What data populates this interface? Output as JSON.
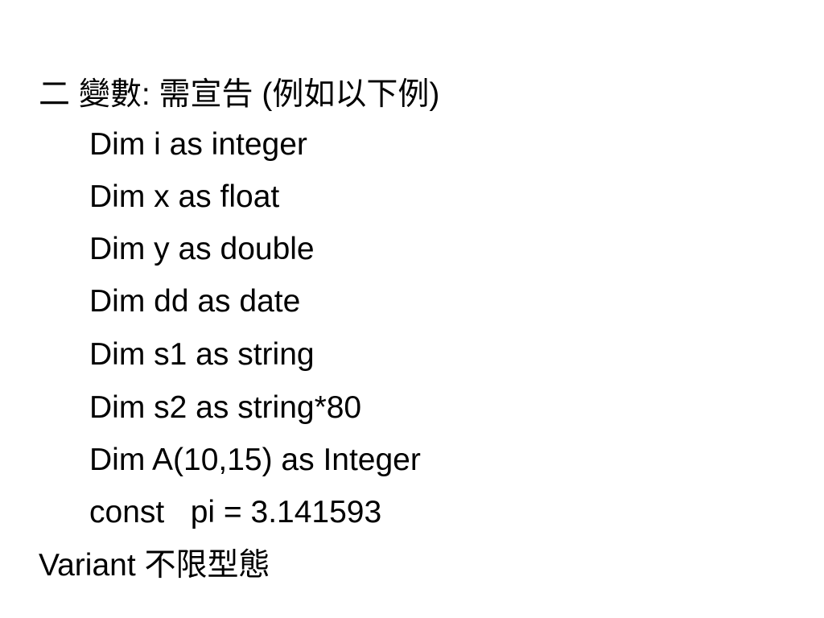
{
  "slide": {
    "heading": "二 變數: 需宣告 (例如以下例)",
    "lines": [
      "Dim i as integer",
      "Dim x as float",
      "Dim y as double",
      "Dim dd as date",
      "Dim s1 as string",
      "Dim s2 as string*80",
      "Dim A(10,15) as Integer",
      "const   pi = 3.141593"
    ],
    "footer": "Variant 不限型態"
  }
}
